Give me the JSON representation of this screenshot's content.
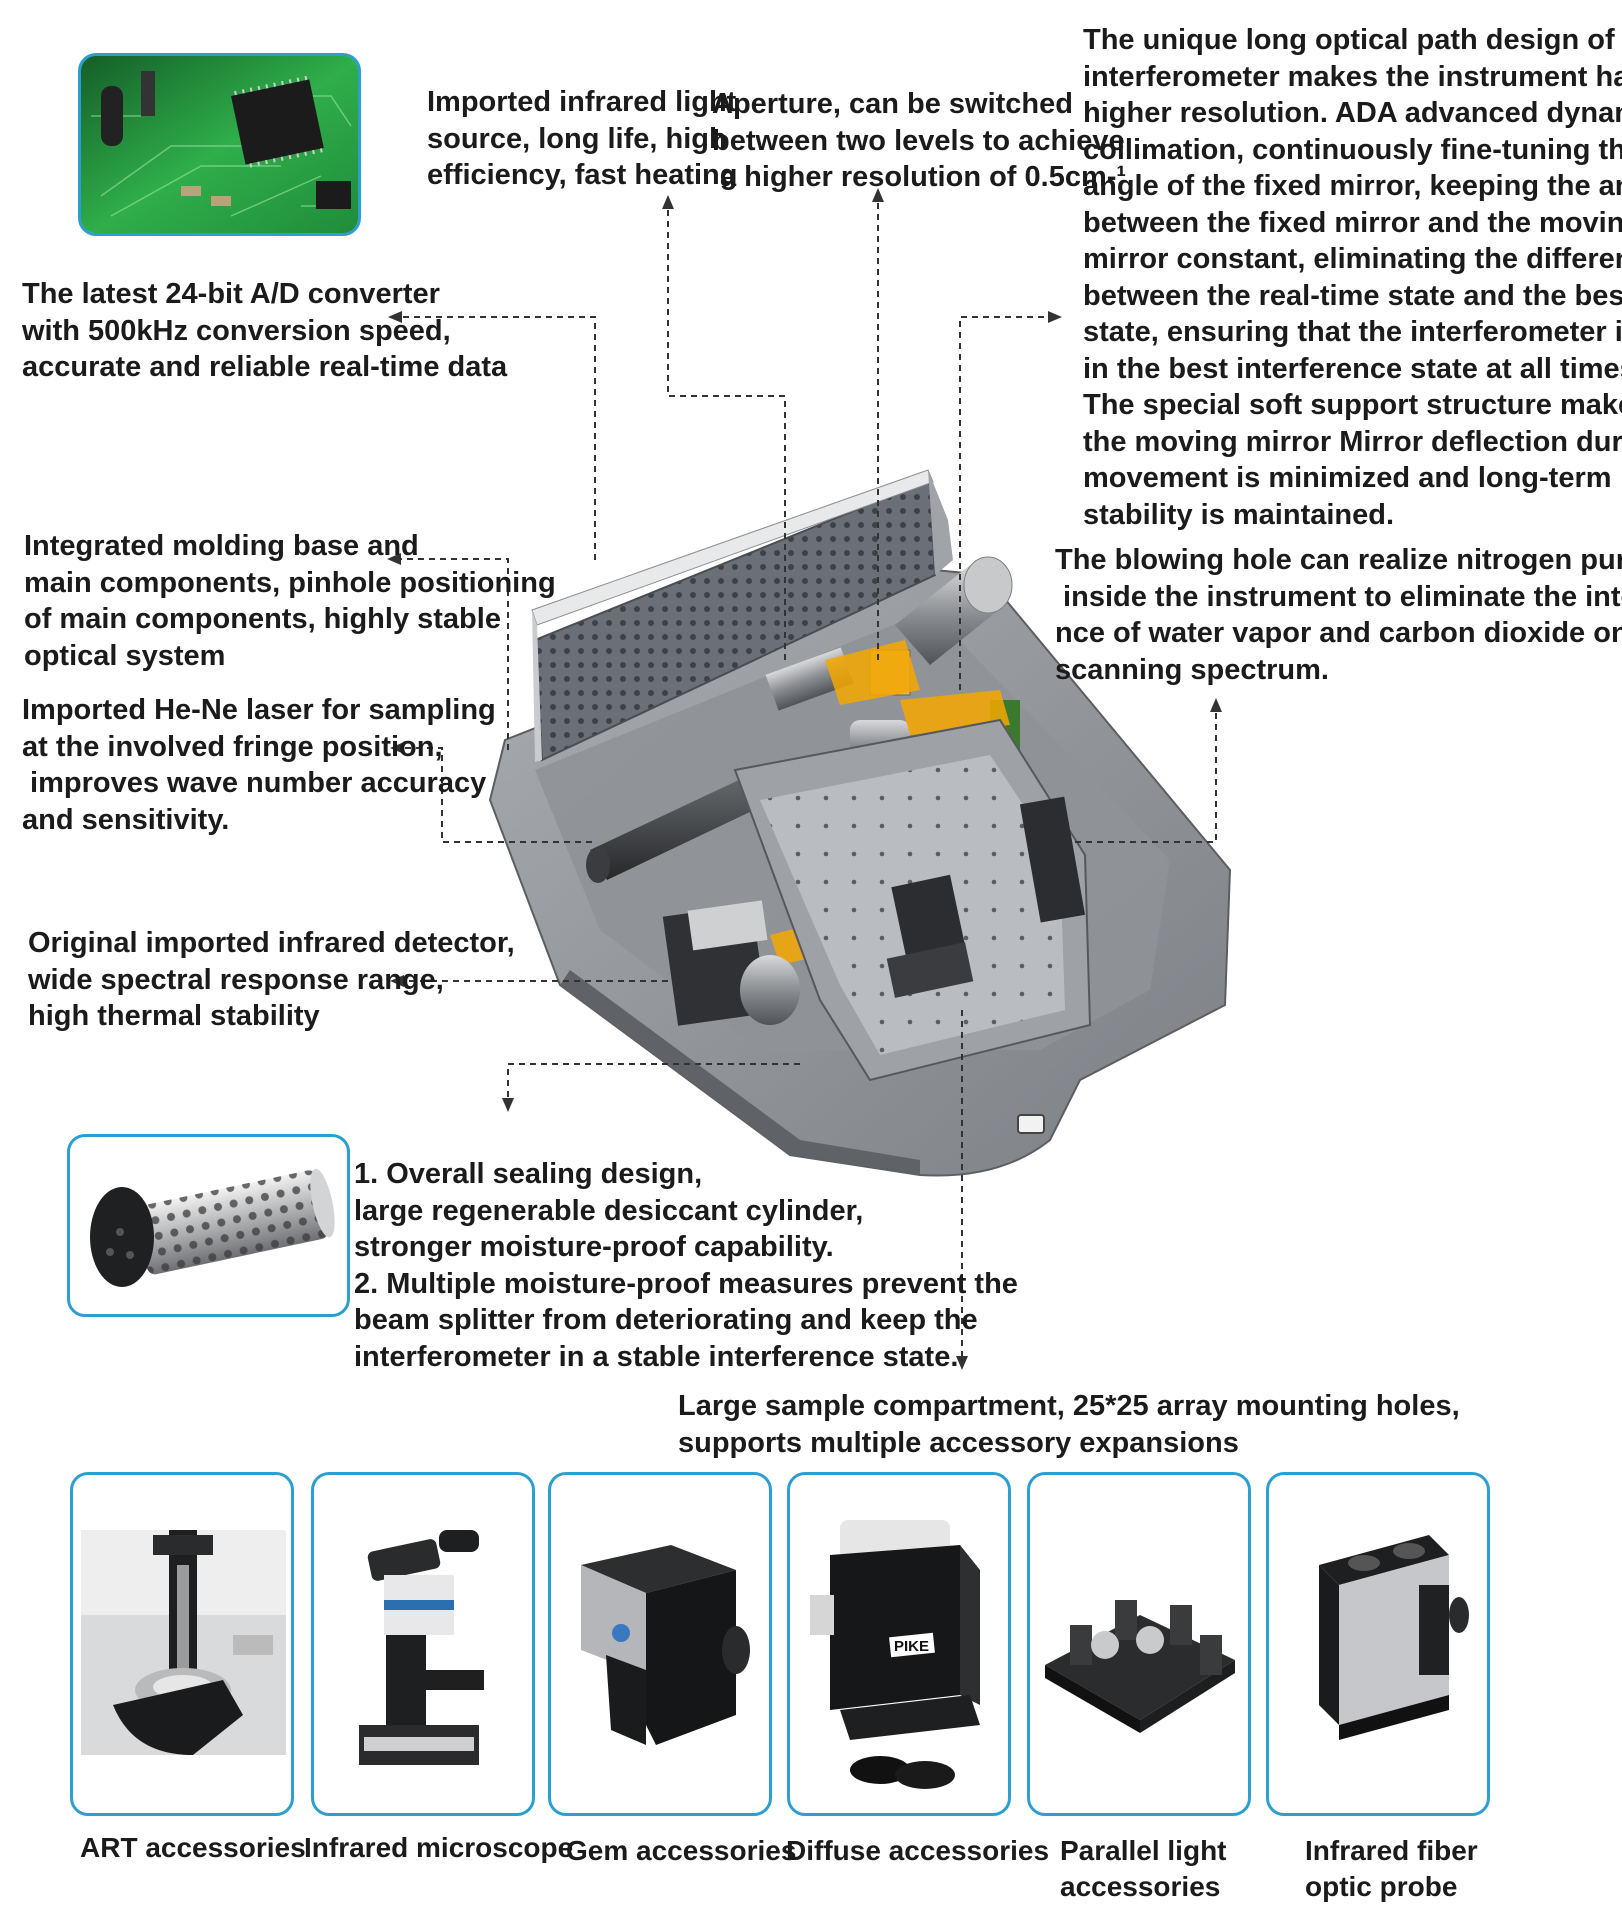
{
  "callouts": {
    "light_source": [
      "Imported infrared light",
      "source, long life, high",
      "efficiency, fast heating"
    ],
    "aperture": [
      "Aperture, can be switched",
      "between two levels to achieve",
      "a higher resolution of 0.5cm-¹"
    ],
    "interferometer": [
      "The unique long optical path design of the",
      "interferometer makes the instrument have",
      "higher resolution. ADA advanced dynamic",
      "collimation, continuously fine-tuning the tilt",
      "angle of the fixed mirror, keeping the angle",
      "between the fixed mirror and the moving",
      "mirror constant, eliminating the difference",
      "between the real-time state and the best",
      "state, ensuring that the interferometer is",
      "in the best interference state at all times.",
      "The special soft support structure makes",
      "the moving mirror Mirror deflection during",
      "movement is minimized and long-term",
      "stability is maintained."
    ],
    "ad_converter": [
      "The latest 24-bit A/D converter",
      "with 500kHz conversion speed,",
      "accurate and reliable real-time data"
    ],
    "molding_base": [
      "Integrated molding base and",
      "main components, pinhole positioning",
      "of main components, highly stable",
      "optical system"
    ],
    "blowing_hole": [
      "The blowing hole can realize nitrogen purging",
      " inside the instrument to eliminate the interfere",
      "nce of water vapor and carbon dioxide on the",
      "scanning spectrum."
    ],
    "laser": [
      "Imported He-Ne laser for sampling",
      "at the involved fringe position,",
      " improves wave number accuracy",
      "and sensitivity."
    ],
    "detector": [
      "Original imported infrared detector,",
      "wide spectral response range,",
      "high thermal stability"
    ],
    "sealing": [
      "1. Overall sealing design,",
      "large regenerable desiccant cylinder,",
      "stronger moisture-proof capability.",
      "2. Multiple moisture-proof measures prevent the",
      "beam splitter from deteriorating and keep the",
      "interferometer in a stable interference state."
    ],
    "sample_compartment": [
      "Large sample compartment, 25*25 array mounting holes,",
      "supports multiple accessory expansions"
    ]
  },
  "accessories": [
    {
      "label": [
        "ART accessories"
      ],
      "icon": "atr-accessory-image"
    },
    {
      "label": [
        "Infrared microscope"
      ],
      "icon": "microscope-image"
    },
    {
      "label": [
        "Gem accessories"
      ],
      "icon": "gem-accessory-image"
    },
    {
      "label": [
        "Diffuse accessories"
      ],
      "icon": "diffuse-accessory-image",
      "brand": "PIKE"
    },
    {
      "label": [
        "Parallel light",
        "accessories"
      ],
      "icon": "parallel-light-image"
    },
    {
      "label": [
        "Infrared fiber",
        "optic probe"
      ],
      "icon": "fiber-probe-image"
    }
  ],
  "colors": {
    "frame_border": "#2a9fd0",
    "beam": "#f5a800",
    "instrument": "#8e9196",
    "pcb": "#1f8a3a",
    "leader_line": "#333333"
  }
}
